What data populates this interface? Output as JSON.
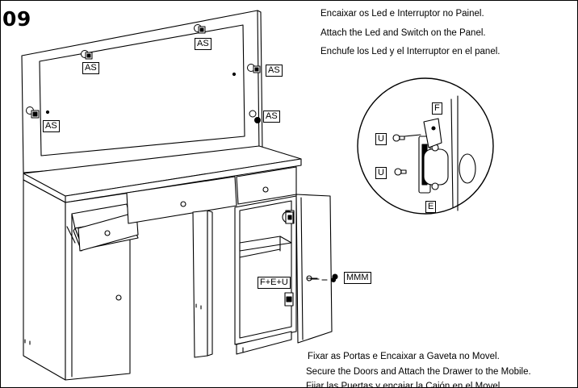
{
  "step": {
    "number": "09"
  },
  "instructions_top": [
    "Encaixar os Led e Interruptor no Painel.",
    "Attach the Led and Switch on the Panel.",
    "Enchufe los Led y el Interruptor en el panel."
  ],
  "instructions_bottom": [
    "Fixar as Portas e Encaixar a Gaveta no Movel.",
    "Secure the Doors and Attach the Drawer to the Mobile.",
    "Fijar las Puertas y encajar la Cajón en el Movel."
  ],
  "part_labels": {
    "as": "AS",
    "f": "F",
    "u": "U",
    "e": "E",
    "feu": "F+E+U",
    "mmm": "MMM"
  }
}
